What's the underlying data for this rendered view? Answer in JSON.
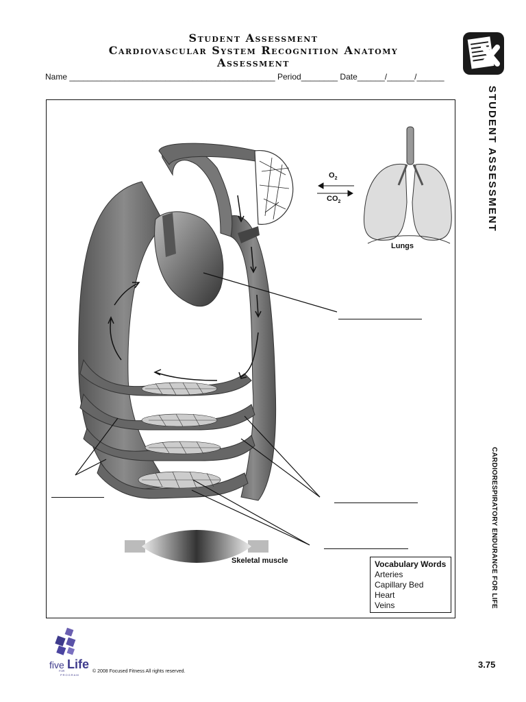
{
  "header": {
    "title_line1": "Student Assessment",
    "title_line2": "Cardiovascular System Recognition Anatomy",
    "title_line3": "Assessment",
    "name_line": "Name _____________________________________________ Period________ Date______/______/______"
  },
  "side_tab": {
    "icon": "clipboard-x-icon",
    "label": "STUDENT ASSESSMENT"
  },
  "side_footer": "CARDIORESPIRATORY ENDURANCE FOR LIFE",
  "diagram": {
    "gas_o2": "O",
    "gas_o2_sub": "2",
    "gas_co2": "CO",
    "gas_co2_sub": "2",
    "lungs_label": "Lungs",
    "muscle_label": "Skeletal muscle"
  },
  "vocabulary": {
    "heading": "Vocabulary Words",
    "words": [
      "Arteries",
      "Capillary Bed",
      "Heart",
      "Veins"
    ]
  },
  "footer": {
    "logo": "fivelife-logo",
    "logo_text_five": "five",
    "logo_text_life": "Life",
    "logo_text_for": "FOR",
    "logo_text_program": "PROGRAM",
    "copyright": "© 2008 Focused Fitness All rights reserved.",
    "page_number": "3.75"
  }
}
